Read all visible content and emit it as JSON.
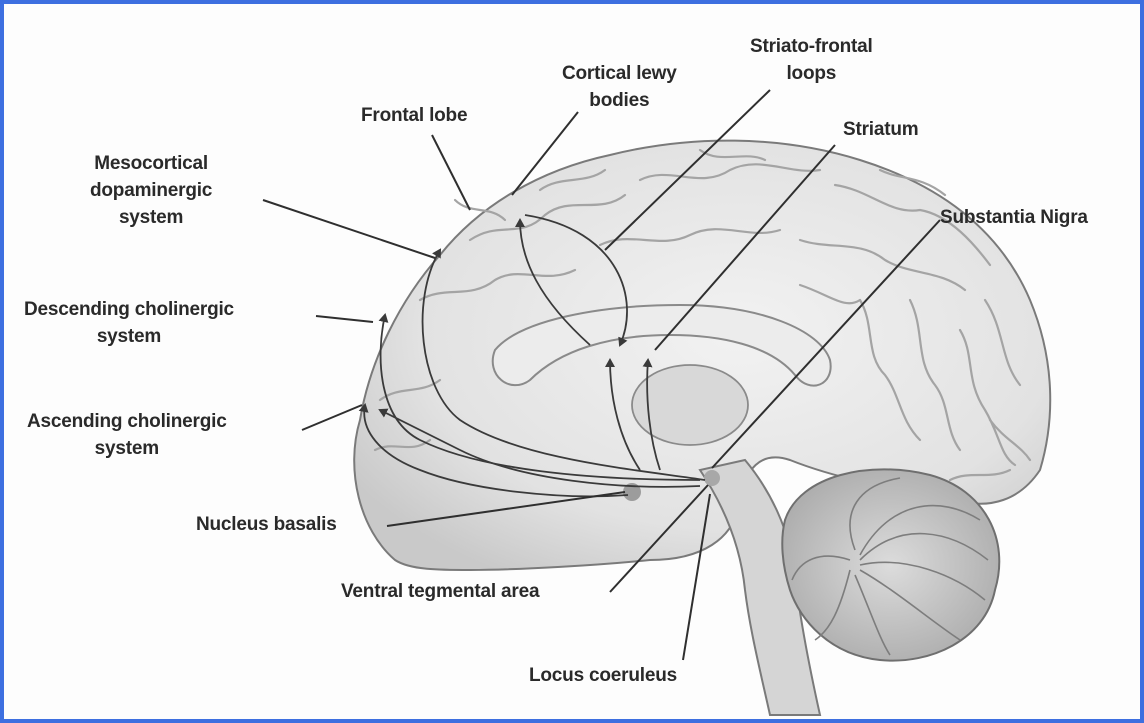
{
  "colors": {
    "border": "#3d6fe0",
    "label_text": "#2a2a2a",
    "lines": "#2f2f2f"
  },
  "labels": {
    "frontal_lobe": "Frontal lobe",
    "cortical_lewy": [
      "Cortical lewy",
      "bodies"
    ],
    "striato_frontal": [
      "Striato-frontal",
      "loops"
    ],
    "striatum": "Striatum",
    "mesocortical": [
      "Mesocortical",
      "dopaminergic",
      "system"
    ],
    "substantia_nigra": "Substantia Nigra",
    "descending": [
      "Descending cholinergic",
      "system"
    ],
    "ascending": [
      "Ascending cholinergic",
      "system"
    ],
    "nucleus_basalis": "Nucleus basalis",
    "ventral_tegmental": "Ventral tegmental area",
    "locus_coeruleus": "Locus coeruleus"
  }
}
